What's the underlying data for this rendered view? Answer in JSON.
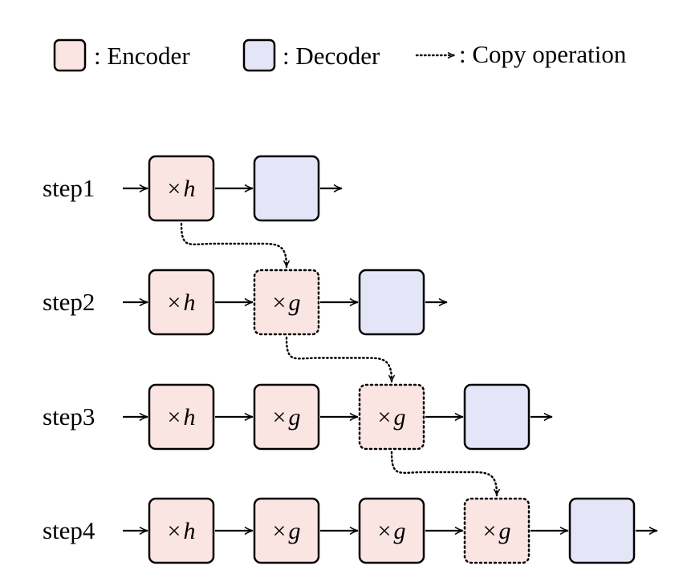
{
  "legend": {
    "encoder_label": ": Encoder",
    "decoder_label": ": Decoder",
    "copy_label": ": Copy operation"
  },
  "colors": {
    "encoder_fill": "#fbe5e3",
    "decoder_fill": "#e5e5f8",
    "stroke": "#000000"
  },
  "steps": [
    {
      "label": "step1",
      "blocks": [
        {
          "kind": "encoder",
          "op": "×",
          "var": "h",
          "copied": false
        },
        {
          "kind": "decoder"
        }
      ]
    },
    {
      "label": "step2",
      "blocks": [
        {
          "kind": "encoder",
          "op": "×",
          "var": "h",
          "copied": false
        },
        {
          "kind": "encoder",
          "op": "×",
          "var": "g",
          "copied": true
        },
        {
          "kind": "decoder"
        }
      ]
    },
    {
      "label": "step3",
      "blocks": [
        {
          "kind": "encoder",
          "op": "×",
          "var": "h",
          "copied": false
        },
        {
          "kind": "encoder",
          "op": "×",
          "var": "g",
          "copied": false
        },
        {
          "kind": "encoder",
          "op": "×",
          "var": "g",
          "copied": true
        },
        {
          "kind": "decoder"
        }
      ]
    },
    {
      "label": "step4",
      "blocks": [
        {
          "kind": "encoder",
          "op": "×",
          "var": "h",
          "copied": false
        },
        {
          "kind": "encoder",
          "op": "×",
          "var": "g",
          "copied": false
        },
        {
          "kind": "encoder",
          "op": "×",
          "var": "g",
          "copied": false
        },
        {
          "kind": "encoder",
          "op": "×",
          "var": "g",
          "copied": true
        },
        {
          "kind": "decoder"
        }
      ]
    }
  ],
  "copy_links": [
    {
      "from_step": 0,
      "from_block": 0,
      "to_step": 1,
      "to_block": 1
    },
    {
      "from_step": 1,
      "from_block": 1,
      "to_step": 2,
      "to_block": 2
    },
    {
      "from_step": 2,
      "from_block": 2,
      "to_step": 3,
      "to_block": 3
    }
  ]
}
